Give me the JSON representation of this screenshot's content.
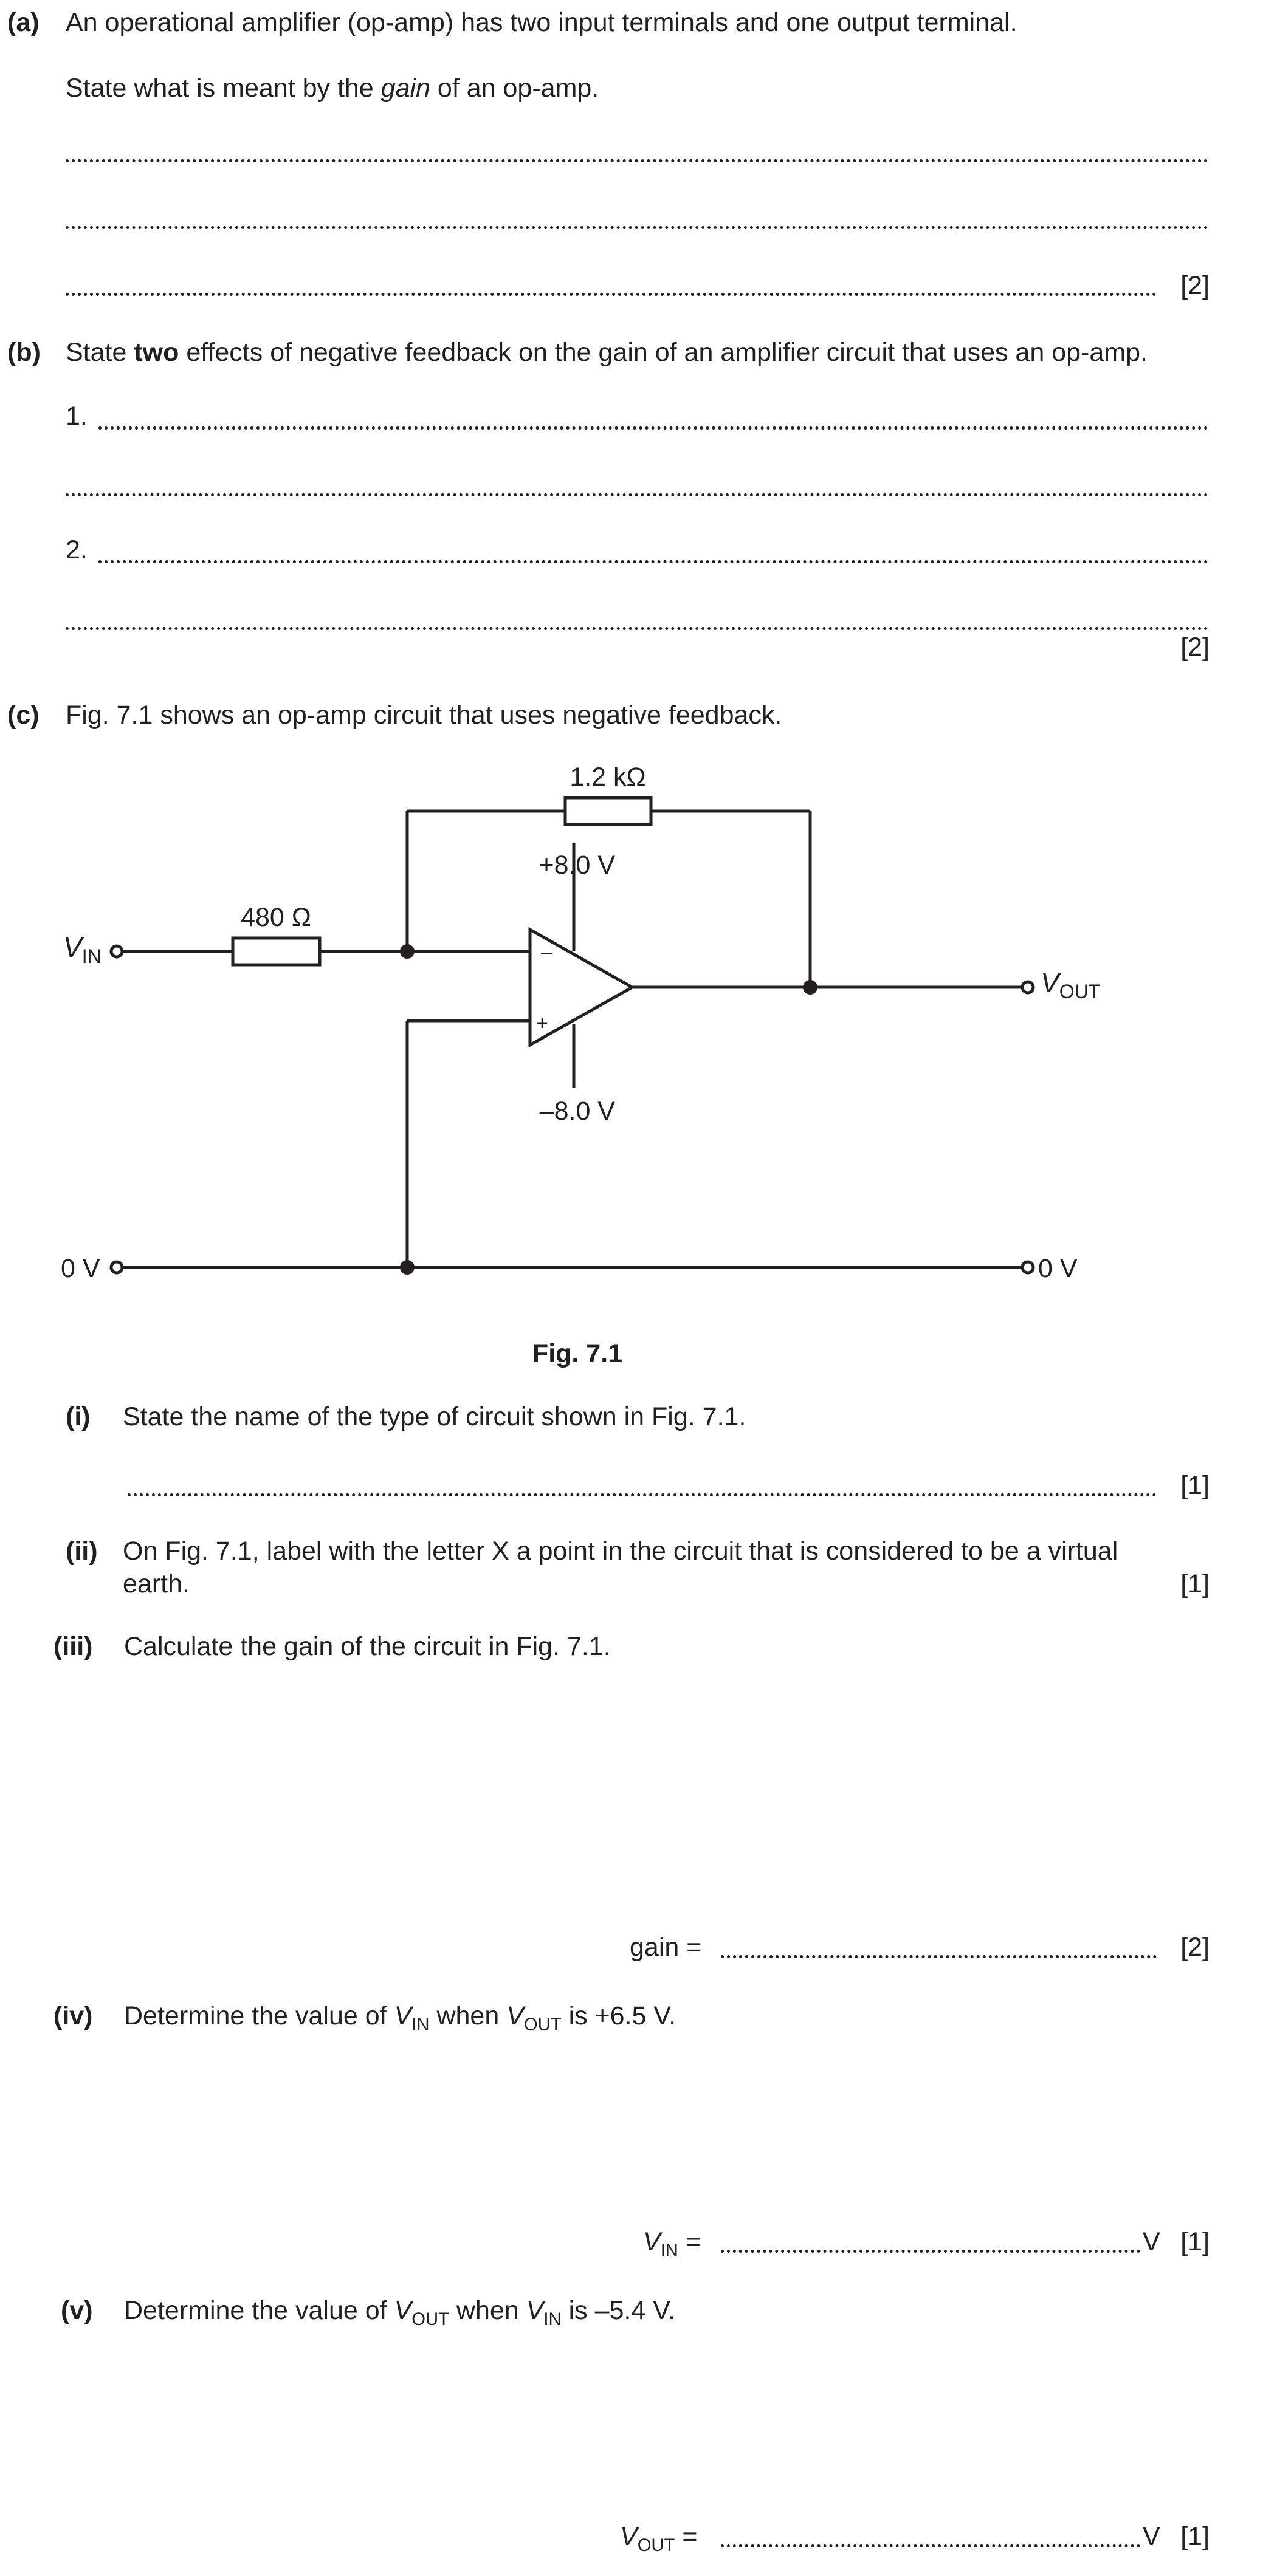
{
  "part_a": {
    "label": "(a)",
    "line1": "An operational amplifier (op-amp) has two input terminals and one output terminal.",
    "line2_pre": "State what is meant by the ",
    "line2_em": "gain",
    "line2_post": " of an op-amp.",
    "mark": "[2]"
  },
  "part_b": {
    "label": "(b)",
    "pre": "State ",
    "bold": "two",
    "post": " effects of negative feedback on the gain of an amplifier circuit that uses an op-amp.",
    "item1": "1.",
    "item2": "2.",
    "mark": "[2]"
  },
  "part_c": {
    "label": "(c)",
    "text": "Fig. 7.1 shows an op-amp circuit that uses negative feedback."
  },
  "figure": {
    "r_feedback": "1.2 kΩ",
    "r_input": "480 Ω",
    "supply_pos": "+8.0 V",
    "supply_neg": "–8.0 V",
    "vin_main": "V",
    "vin_sub": "IN",
    "vout_main": "V",
    "vout_sub": "OUT",
    "ground_left": "0 V",
    "ground_right": "0 V",
    "inverting_sign": "−",
    "noninverting_sign": "+",
    "caption": "Fig. 7.1"
  },
  "q_i": {
    "label": "(i)",
    "text": "State the name of the type of circuit shown in Fig. 7.1.",
    "mark": "[1]"
  },
  "q_ii": {
    "label": "(ii)",
    "line1": "On Fig. 7.1, label with the letter X a point in the circuit that is considered to be a virtual",
    "line2": "earth.",
    "mark": "[1]"
  },
  "q_iii": {
    "label": "(iii)",
    "text": "Calculate the gain of the circuit in Fig. 7.1.",
    "answer_label": "gain =",
    "mark": "[2]"
  },
  "q_iv": {
    "label": "(iv)",
    "t1": "Determine the value of ",
    "v1": "V",
    "s1": "IN",
    "t2": " when ",
    "v2": "V",
    "s2": "OUT",
    "t3": " is +6.5 V.",
    "answer_v": "V",
    "answer_sub": "IN",
    "answer_eq": " =",
    "unit": "V",
    "mark": "[1]"
  },
  "q_v": {
    "label": "(v)",
    "t1": "Determine the value of ",
    "v1": "V",
    "s1": "OUT",
    "t2": " when ",
    "v2": "V",
    "s2": "IN",
    "t3": " is –5.4 V.",
    "answer_v": "V",
    "answer_sub": "OUT",
    "answer_eq": " =",
    "unit": "V",
    "mark": "[1]"
  }
}
